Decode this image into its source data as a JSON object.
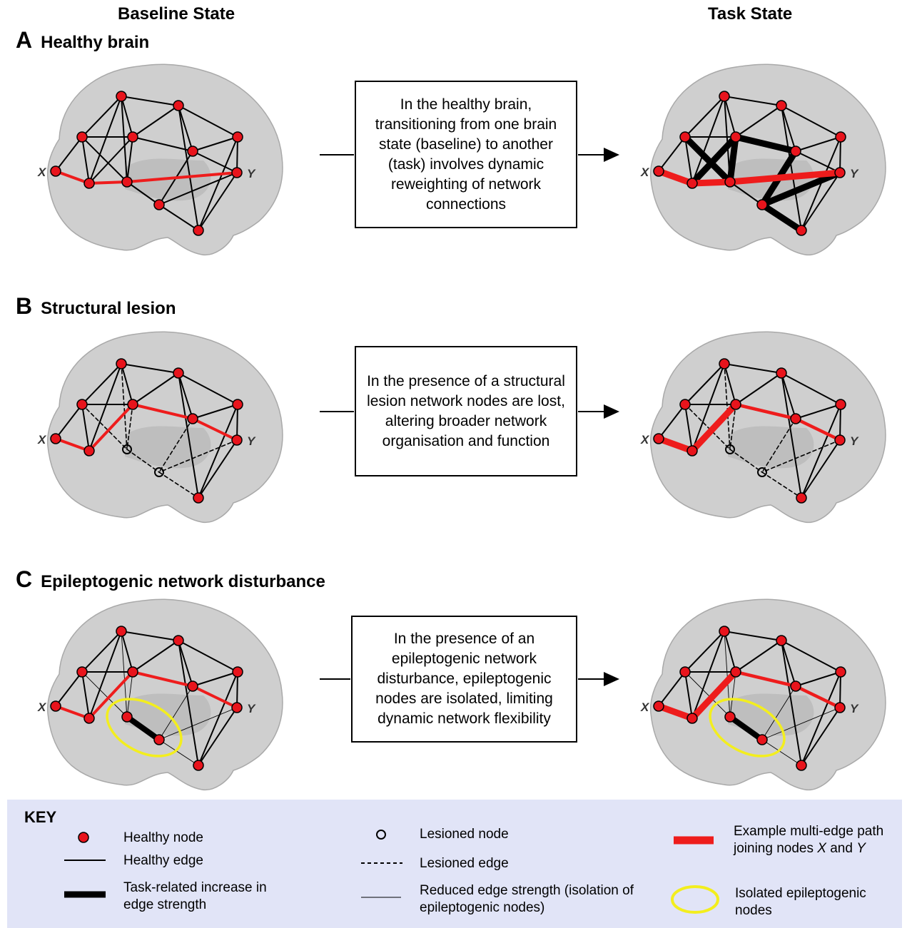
{
  "columns": {
    "left": "Baseline State",
    "right": "Task State"
  },
  "sections": [
    {
      "letter": "A",
      "title": "Healthy brain",
      "description": "In the healthy brain, transitioning from one brain state (baseline) to another (task) involves dynamic reweighting of network connections"
    },
    {
      "letter": "B",
      "title": "Structural lesion",
      "description": "In the presence of a structural lesion network nodes are lost, altering broader network organisation and function"
    },
    {
      "letter": "C",
      "title": "Epileptogenic network disturbance",
      "description": "In the presence of an epileptogenic network disturbance, epileptogenic nodes are isolated, limiting dynamic network flexibility"
    }
  ],
  "node_labels": {
    "x": "X",
    "y": "Y"
  },
  "key": {
    "title": "KEY",
    "healthy_node": "Healthy node",
    "healthy_edge": "Healthy edge",
    "task_increase": "Task-related increase in edge strength",
    "lesioned_node": "Lesioned node",
    "lesioned_edge": "Lesioned edge",
    "reduced_edge": "Reduced edge strength (isolation of epileptogenic nodes)",
    "path_prefix": "Example multi-edge path joining nodes ",
    "path_x": "X",
    "path_and": " and ",
    "path_y": "Y",
    "isolated": "Isolated epileptogenic nodes"
  },
  "colors": {
    "node": "#e8141c",
    "path": "#ee1c1c",
    "ellipse": "#f3ee1e",
    "key_bg": "#e1e4f7",
    "brain": "#cfcfcf"
  }
}
